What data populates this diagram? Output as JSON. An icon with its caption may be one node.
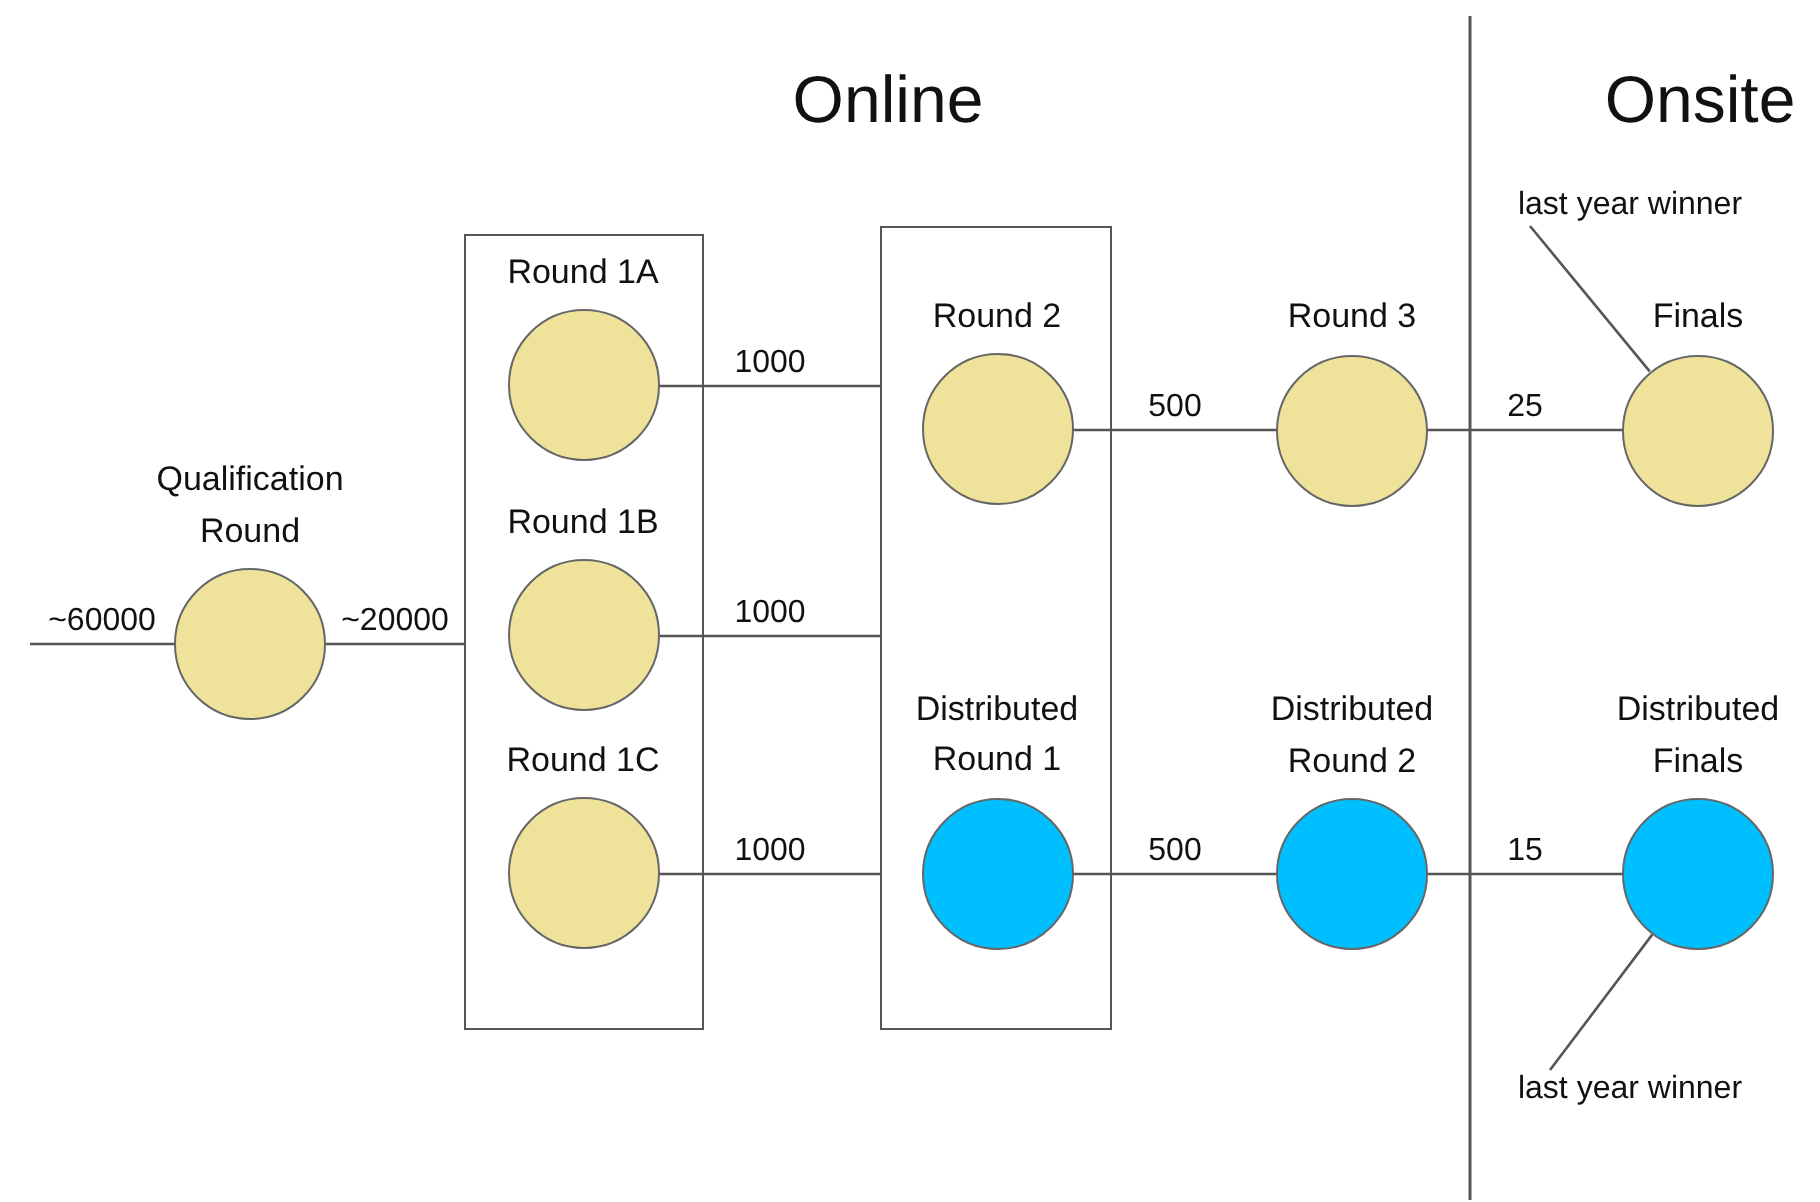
{
  "diagram": {
    "nodes": [
      {
        "text": [
          "Qualification Round"
        ]
      },
      {
        "text": [],
        "shape": "box"
      },
      {
        "text": [
          "Round 1A"
        ],
        "in": 1
      },
      {
        "text": [
          "Round 1B"
        ],
        "in": 1
      },
      {
        "text": [
          "Round 1C"
        ],
        "in": 1
      },
      {
        "text": [],
        "shape": "box"
      },
      {
        "text": [
          "Round 2"
        ],
        "in": 5
      },
      {
        "text": [
          "Distributed Round 1"
        ],
        "in": 5
      },
      {
        "text": [
          "Round 3"
        ]
      },
      {
        "text": [
          "Finals"
        ]
      },
      {
        "text": [
          "Distributed Round 2"
        ]
      },
      {
        "text": [
          "Distributed Finals"
        ]
      },
      {
        "text": [
          "last year winner"
        ]
      },
      {
        "text": [
          "last year winner"
        ]
      }
    ],
    "edges": [
      {
        "from": null,
        "to": 0,
        "arrow": "none",
        "label": "~60000"
      },
      {
        "from": 0,
        "to": 1,
        "arrow": "none",
        "label": "~20000"
      },
      {
        "from": 2,
        "to": 5,
        "arrow": "none",
        "label": "1000"
      },
      {
        "from": 3,
        "to": 5,
        "arrow": "none",
        "label": "1000"
      },
      {
        "from": 4,
        "to": 5,
        "arrow": "none",
        "label": "1000"
      },
      {
        "from": 6,
        "to": 8,
        "arrow": "none",
        "label": "500"
      },
      {
        "from": 8,
        "to": 9,
        "arrow": "none",
        "label": "25"
      },
      {
        "from": 7,
        "to": 10,
        "arrow": "none",
        "label": "500"
      },
      {
        "from": 10,
        "to": 11,
        "arrow": "none",
        "label": "15"
      },
      {
        "from": 12,
        "to": 9,
        "arrow": "none"
      },
      {
        "from": 13,
        "to": 11,
        "arrow": "none"
      }
    ],
    "labels": [
      "Online",
      "Onsite"
    ]
  }
}
